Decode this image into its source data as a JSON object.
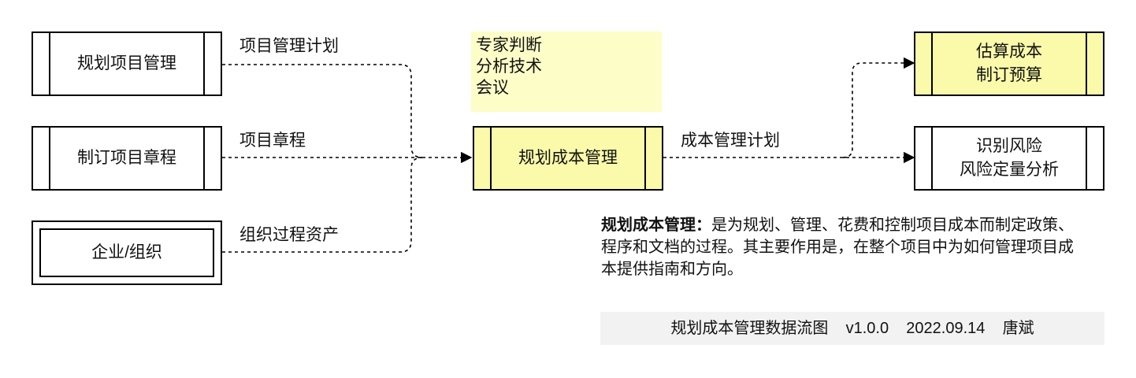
{
  "inputs": {
    "box1": "规划项目管理",
    "box2": "制订项目章程",
    "box3": "企业/组织",
    "label1": "项目管理计划",
    "label2": "项目章程",
    "label3": "组织过程资产"
  },
  "tools_note": "专家判断\n分析技术\n会议",
  "process": {
    "name": "规划成本管理",
    "output_label": "成本管理计划"
  },
  "outputs": {
    "box_top": "估算成本\n制订预算",
    "box_bottom": "识别风险\n风险定量分析"
  },
  "description": {
    "term": "规划成本管理：",
    "text": "是为规划、管理、花费和控制项目成本而制定政策、程序和文档的过程。其主要作用是，在整个项目中为如何管理项目成本提供指南和方向。"
  },
  "footer": "规划成本管理数据流图    v1.0.0    2022.09.14    唐斌",
  "colors": {
    "process_fill": "#fafaaa",
    "note_fill": "#fdfdc8",
    "line": "#000000"
  }
}
